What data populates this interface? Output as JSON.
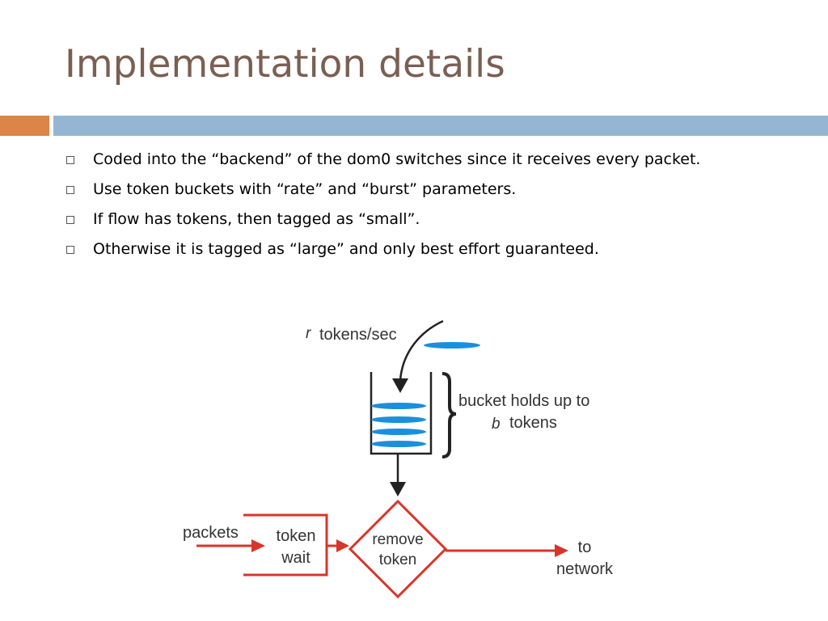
{
  "title": "Implementation details",
  "bullets": [
    {
      "text": "Coded into the “backend” of the dom0 switches since it receives every packet."
    },
    {
      "text": "Use token buckets with “rate” and “burst” parameters."
    },
    {
      "text": "If flow has tokens, then tagged as “small”."
    },
    {
      "text": "Otherwise it is tagged as “large” and only best effort guaranteed."
    }
  ],
  "diagram": {
    "rate_var": "r",
    "rate_label": "tokens/sec",
    "bucket_line1": "bucket holds up to",
    "bucket_var": "b",
    "bucket_line2": "tokens",
    "packets_label": "packets",
    "wait_line1": "token",
    "wait_line2": "wait",
    "remove_line1": "remove",
    "remove_line2": "token",
    "to_line1": "to",
    "to_line2": "network"
  },
  "colors": {
    "title": "#7a5f52",
    "accent_orange": "#dd8447",
    "accent_blue": "#94b6d2",
    "token_blue": "#1a8fdc",
    "flow_red": "#d8352a"
  }
}
